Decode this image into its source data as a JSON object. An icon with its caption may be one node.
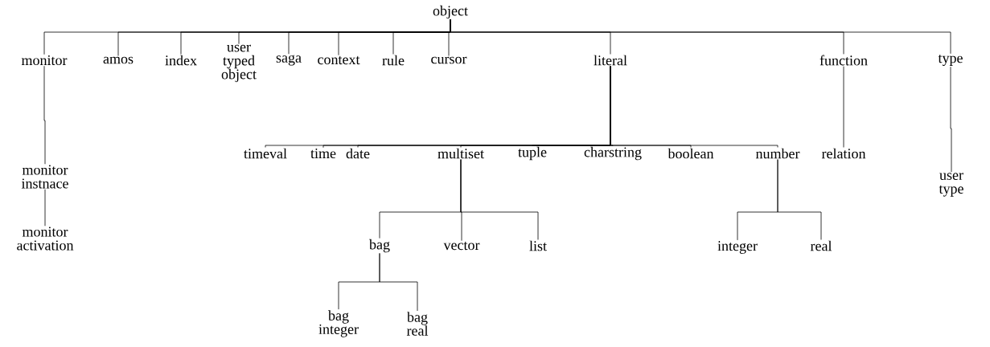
{
  "diagram": {
    "nodes": [
      {
        "text": [
          "object"
        ]
      },
      {
        "text": [
          "monitor"
        ]
      },
      {
        "text": [
          "amos"
        ]
      },
      {
        "text": [
          "index"
        ]
      },
      {
        "text": [
          "user typed object"
        ]
      },
      {
        "text": [
          "saga"
        ]
      },
      {
        "text": [
          "context"
        ]
      },
      {
        "text": [
          "rule"
        ]
      },
      {
        "text": [
          "cursor"
        ]
      },
      {
        "text": [
          "literal"
        ]
      },
      {
        "text": [
          "function"
        ]
      },
      {
        "text": [
          "type"
        ]
      },
      {
        "text": [
          "monitor instnace"
        ]
      },
      {
        "text": [
          "monitor activation"
        ]
      },
      {
        "text": [
          "timeval"
        ]
      },
      {
        "text": [
          "time"
        ]
      },
      {
        "text": [
          "date"
        ]
      },
      {
        "text": [
          "multiset"
        ]
      },
      {
        "text": [
          "tuple"
        ]
      },
      {
        "text": [
          "charstring"
        ]
      },
      {
        "text": [
          "boolean"
        ]
      },
      {
        "text": [
          "number"
        ]
      },
      {
        "text": [
          "relation"
        ]
      },
      {
        "text": [
          "user type"
        ]
      },
      {
        "text": [
          "bag"
        ]
      },
      {
        "text": [
          "vector"
        ]
      },
      {
        "text": [
          "list"
        ]
      },
      {
        "text": [
          "integer"
        ]
      },
      {
        "text": [
          "real"
        ]
      },
      {
        "text": [
          "bag integer"
        ]
      },
      {
        "text": [
          "bag real"
        ]
      }
    ],
    "edges": [
      {
        "from": 0,
        "to": 1,
        "arrow": "none"
      },
      {
        "from": 0,
        "to": 2,
        "arrow": "none"
      },
      {
        "from": 0,
        "to": 3,
        "arrow": "none"
      },
      {
        "from": 0,
        "to": 4,
        "arrow": "none"
      },
      {
        "from": 0,
        "to": 5,
        "arrow": "none"
      },
      {
        "from": 0,
        "to": 6,
        "arrow": "none"
      },
      {
        "from": 0,
        "to": 7,
        "arrow": "none"
      },
      {
        "from": 0,
        "to": 8,
        "arrow": "none"
      },
      {
        "from": 0,
        "to": 9,
        "arrow": "none"
      },
      {
        "from": 0,
        "to": 10,
        "arrow": "none"
      },
      {
        "from": 0,
        "to": 11,
        "arrow": "none"
      },
      {
        "from": 1,
        "to": 12,
        "arrow": "none"
      },
      {
        "from": 12,
        "to": 13,
        "arrow": "none"
      },
      {
        "from": 9,
        "to": 14,
        "arrow": "none"
      },
      {
        "from": 9,
        "to": 15,
        "arrow": "none"
      },
      {
        "from": 9,
        "to": 16,
        "arrow": "none"
      },
      {
        "from": 9,
        "to": 17,
        "arrow": "none"
      },
      {
        "from": 9,
        "to": 18,
        "arrow": "none"
      },
      {
        "from": 9,
        "to": 19,
        "arrow": "none"
      },
      {
        "from": 9,
        "to": 20,
        "arrow": "none"
      },
      {
        "from": 9,
        "to": 21,
        "arrow": "none"
      },
      {
        "from": 10,
        "to": 22,
        "arrow": "none"
      },
      {
        "from": 11,
        "to": 23,
        "arrow": "none"
      },
      {
        "from": 17,
        "to": 24,
        "arrow": "none"
      },
      {
        "from": 17,
        "to": 25,
        "arrow": "none"
      },
      {
        "from": 17,
        "to": 26,
        "arrow": "none"
      },
      {
        "from": 21,
        "to": 27,
        "arrow": "none"
      },
      {
        "from": 21,
        "to": 28,
        "arrow": "none"
      },
      {
        "from": 24,
        "to": 29,
        "arrow": "none"
      },
      {
        "from": 24,
        "to": 30,
        "arrow": "none"
      }
    ]
  }
}
